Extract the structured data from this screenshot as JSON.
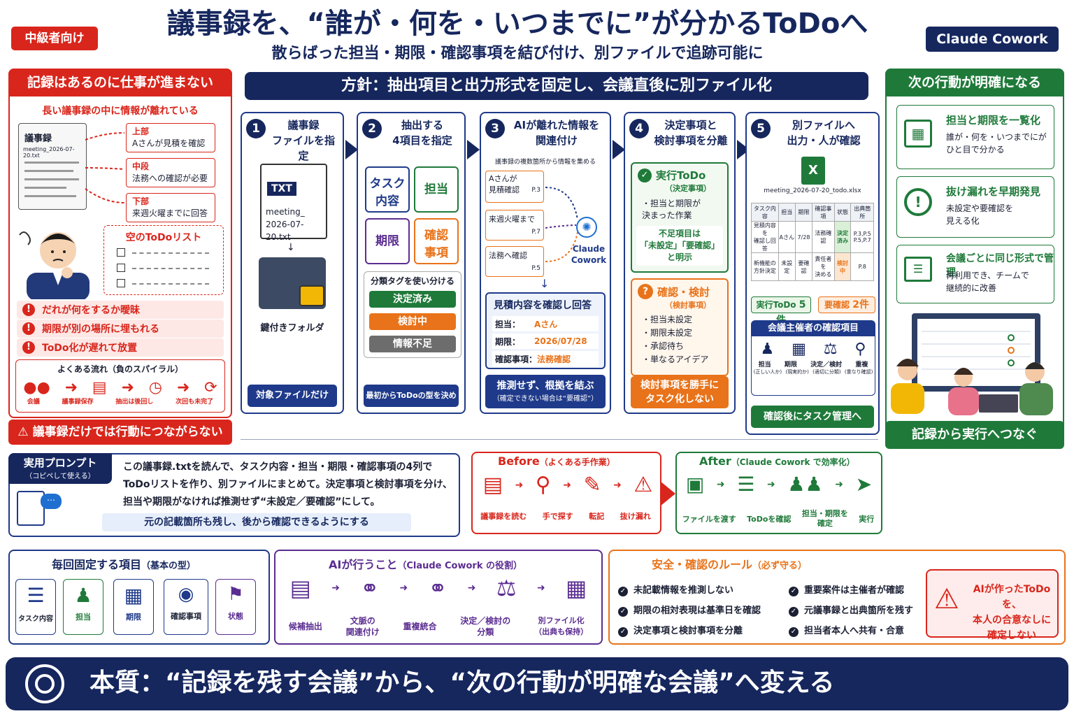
{
  "header": {
    "level_badge": "中級者向け",
    "title": "議事録を、“誰が・何を・いつまでに”が分かるToDoへ",
    "subtitle": "散らばった担当・期限・確認事項を結び付け、別ファイルで追跡可能に",
    "brand": "Claude Cowork",
    "policy": "方針：抽出項目と出力形式を固定し、会議直後に別ファイル化"
  },
  "problem": {
    "title": "記録はあるのに仕事が進まない",
    "subtitle": "長い議事録の中に情報が離れている",
    "doc_title": "議事録",
    "doc_file": "meeting_2026-07-20.txt",
    "notes": [
      {
        "pos": "上部",
        "text": "Aさんが見積を確認"
      },
      {
        "pos": "中段",
        "text": "法務への確認が必要"
      },
      {
        "pos": "下部",
        "text": "来週火曜までに回答"
      }
    ],
    "empty_list": "空のToDoリスト",
    "issues": [
      "だれが何をするか曖昧",
      "期限が別の場所に埋もれる",
      "ToDo化が遅れて放置"
    ],
    "spiral_title": "よくある流れ（負のスパイラル）",
    "spiral": [
      "会議",
      "議事録保存",
      "抽出は後回し",
      "次回も未完了"
    ],
    "footer": "議事録だけでは行動につながらない"
  },
  "steps": {
    "s1": {
      "num": "1",
      "title": "議事録\nファイルを指定",
      "file_ext": "TXT",
      "file_name": "meeting_\n2026-07-20.txt",
      "folder": "鍵付きフォルダ",
      "foot": "対象ファイルだけ"
    },
    "s2": {
      "num": "2",
      "title": "抽出する\n4項目を指定",
      "items": [
        "タスク\n内容",
        "担当",
        "期限",
        "確認\n事項"
      ],
      "tag_title": "分類タグを使い分ける",
      "tags": [
        "決定済み",
        "検討中",
        "情報不足"
      ],
      "foot": "最初からToDoの型を決める"
    },
    "s3": {
      "num": "3",
      "title": "AIが離れた情報を\n関連付け",
      "caption": "議事録の複数箇所から情報を集める",
      "frags": [
        {
          "text": "Aさんが\n見積確認",
          "page": "P.3"
        },
        {
          "text": "来週火曜まで",
          "page": "P.7"
        },
        {
          "text": "法務へ確認",
          "page": "P.5"
        }
      ],
      "ai_name": "Claude\nCowork",
      "card_title": "見積内容を確認し回答",
      "card_rows": [
        {
          "k": "担当：",
          "v": "Aさん"
        },
        {
          "k": "期限：",
          "v": "2026/07/28"
        },
        {
          "k": "確認事項：",
          "v": "法務確認"
        }
      ],
      "foot": "推測せず、根拠を結ぶ",
      "foot_sub": "（確定できない場合は“要確認”）"
    },
    "s4": {
      "num": "4",
      "title": "決定事項と\n検討事項を分離",
      "todo_title": "実行ToDo",
      "todo_sub": "（決定事項）",
      "todo_bullets": [
        "担当と期限が\n決まった作業"
      ],
      "todo_note": "不足項目は\n「未設定」「要確認」\nと明示",
      "rev_title": "確認・検討",
      "rev_sub": "（検討事項）",
      "rev_bullets": [
        "担当未設定",
        "期限未設定",
        "承認待ち",
        "単なるアイデア"
      ],
      "foot": "検討事項を勝手に\nタスク化しない"
    },
    "s5": {
      "num": "5",
      "title": "別ファイルへ\n出力・人が確認",
      "file": "meeting_2026-07-20_todo.xlsx",
      "table_head": [
        "タスク内容",
        "担当",
        "期限",
        "確認事項",
        "状態",
        "出典箇所"
      ],
      "table_rows": [
        [
          "見積内容を\n確認し回答",
          "Aさん",
          "7/28",
          "法務確認",
          "決定\n済み",
          "P.3,P.5\nP.5,P.7"
        ],
        [
          "新機能の\n方針決定",
          "未設定",
          "要確認",
          "責任者を\n決める",
          "検討中",
          "P.8"
        ]
      ],
      "count_todo": "実行ToDo",
      "count_todo_n": "5件",
      "count_rev": "要確認",
      "count_rev_n": "2件",
      "check_title": "会議主催者の確認項目",
      "checks": [
        {
          "l": "担当",
          "s": "(正しい人か)"
        },
        {
          "l": "期限",
          "s": "(現実的か)"
        },
        {
          "l": "決定／検討",
          "s": "(適切に分類)"
        },
        {
          "l": "重複",
          "s": "(重なり確認)"
        }
      ],
      "foot": "確認後にタスク管理へ"
    }
  },
  "benefit": {
    "title": "次の行動が明確になる",
    "items": [
      {
        "title": "担当と期限を一覧化",
        "desc": "誰が・何を・いつまでにが\nひと目で分かる"
      },
      {
        "title": "抜け漏れを早期発見",
        "desc": "未設定や要確認を\n見える化"
      },
      {
        "title": "会議ごとに同じ形式で管理",
        "desc": "再利用でき、チームで\n継続的に改善"
      }
    ],
    "footer": "記録から実行へつなぐ"
  },
  "prompt": {
    "label": "実用プロンプト",
    "label_sub": "（コピペして使える）",
    "text": "この議事録.txtを読んで、タスク内容・担当・期限・確認事項の4列で\nToDoリストを作り、別ファイルにまとめて。決定事項と検討事項を分け、\n担当や期限がなければ推測せず“未設定／要確認”にして。",
    "note": "元の記載箇所も残し、後から確認できるようにする"
  },
  "before": {
    "title": "Before",
    "sub": "（よくある手作業）",
    "steps": [
      "議事録を読む",
      "手で探す",
      "転記",
      "抜け漏れ"
    ]
  },
  "after": {
    "title": "After",
    "sub": "（Claude Cowork で効率化）",
    "steps": [
      "ファイルを渡す",
      "ToDoを確認",
      "担当・期限を\n確定",
      "実行"
    ]
  },
  "fixed": {
    "title": "毎回固定する項目",
    "sub": "（基本の型）",
    "items": [
      "タスク内容",
      "担当",
      "期限",
      "確認事項",
      "状態"
    ]
  },
  "ai": {
    "title": "AIが行うこと",
    "sub": "（Claude Cowork の役割）",
    "items": [
      "候補抽出",
      "文脈の\n関連付け",
      "重複統合",
      "決定／検討の\n分類",
      "別ファイル化\n（出典も保持）"
    ]
  },
  "rules": {
    "title": "安全・確認のルール",
    "sub": "（必ず守る）",
    "left": [
      "未記載情報を推測しない",
      "期限の相対表現は基準日を確認",
      "決定事項と検討事項を分離"
    ],
    "right": [
      "重要案件は主催者が確認",
      "元議事録と出典箇所を残す",
      "担当者本人へ共有・合意"
    ],
    "warn": "AIが作ったToDoを、\n本人の合意なしに\n確定しない"
  },
  "essence": "本質：“記録を残す会議”から、“次の行動が明確な会議”へ変える",
  "colors": {
    "navy": "#16275e",
    "red": "#d9261c",
    "green": "#1f7a3a",
    "orange": "#e8731a",
    "purple": "#5b2d91"
  }
}
